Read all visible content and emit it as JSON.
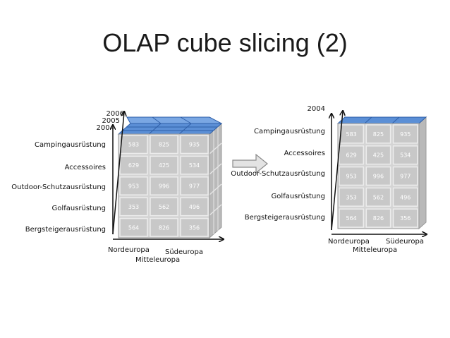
{
  "title": "OLAP cube slicing (2)",
  "colors": {
    "front_face": "#d4d4d4",
    "cell": "#c8c8c8",
    "cell_border": "#ececec",
    "top_face": "#5b8fd6",
    "side_face": "#b8b8b8",
    "cell_text": "#ffffff",
    "axis": "#111111"
  },
  "left_cube": {
    "years": [
      "2006",
      "2005",
      "2004"
    ],
    "rows": [
      "Campingausrüstung",
      "Accessoires",
      "Outdoor-Schutzausrüstung",
      "Golfausrüstung",
      "Bergsteigerausrüstung"
    ],
    "columns": [
      "Nordeuropa",
      "Mitteleuropa",
      "Südeuropa"
    ],
    "values": [
      [
        "583",
        "825",
        "935"
      ],
      [
        "629",
        "425",
        "534"
      ],
      [
        "953",
        "996",
        "977"
      ],
      [
        "353",
        "562",
        "496"
      ],
      [
        "564",
        "826",
        "356"
      ]
    ]
  },
  "arrow_icon": "right-arrow-icon",
  "right_slice": {
    "year": "2004",
    "rows": [
      "Campingausrüstung",
      "Accessoires",
      "Outdoor-Schutzausrüstung",
      "Golfausrüstung",
      "Bergsteigerausrüstung"
    ],
    "columns": [
      "Nordeuropa",
      "Mitteleuropa",
      "Südeuropa"
    ],
    "values": [
      [
        "583",
        "825",
        "935"
      ],
      [
        "629",
        "425",
        "534"
      ],
      [
        "953",
        "996",
        "977"
      ],
      [
        "353",
        "562",
        "496"
      ],
      [
        "564",
        "826",
        "356"
      ]
    ]
  }
}
